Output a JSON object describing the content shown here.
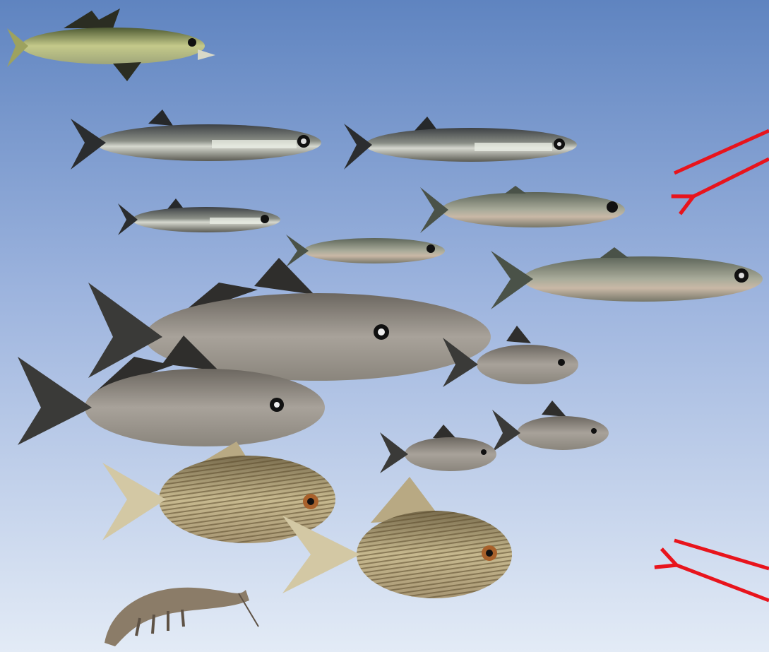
{
  "scene": {
    "description_free": true,
    "background_top_color": "#5f84c0",
    "background_bottom_color": "#dfe8f5"
  },
  "arrows": {
    "color": "#e8141c",
    "count": 2
  },
  "fish": [
    {
      "id": "bluefish",
      "kind": "bluefish"
    },
    {
      "id": "anchovy-1",
      "kind": "silverside"
    },
    {
      "id": "anchovy-2",
      "kind": "silverside"
    },
    {
      "id": "anchovy-3",
      "kind": "silverside"
    },
    {
      "id": "herring-1",
      "kind": "herring"
    },
    {
      "id": "herring-2",
      "kind": "herring"
    },
    {
      "id": "herring-3",
      "kind": "herring"
    },
    {
      "id": "perch-large-1",
      "kind": "perch"
    },
    {
      "id": "perch-large-2",
      "kind": "perch"
    },
    {
      "id": "perch-small-1",
      "kind": "perch"
    },
    {
      "id": "perch-small-2",
      "kind": "perch"
    },
    {
      "id": "perch-small-3",
      "kind": "perch"
    },
    {
      "id": "pinfish-1",
      "kind": "striped-grunt"
    },
    {
      "id": "pinfish-2",
      "kind": "striped-grunt"
    },
    {
      "id": "shrimp",
      "kind": "shrimp"
    }
  ]
}
